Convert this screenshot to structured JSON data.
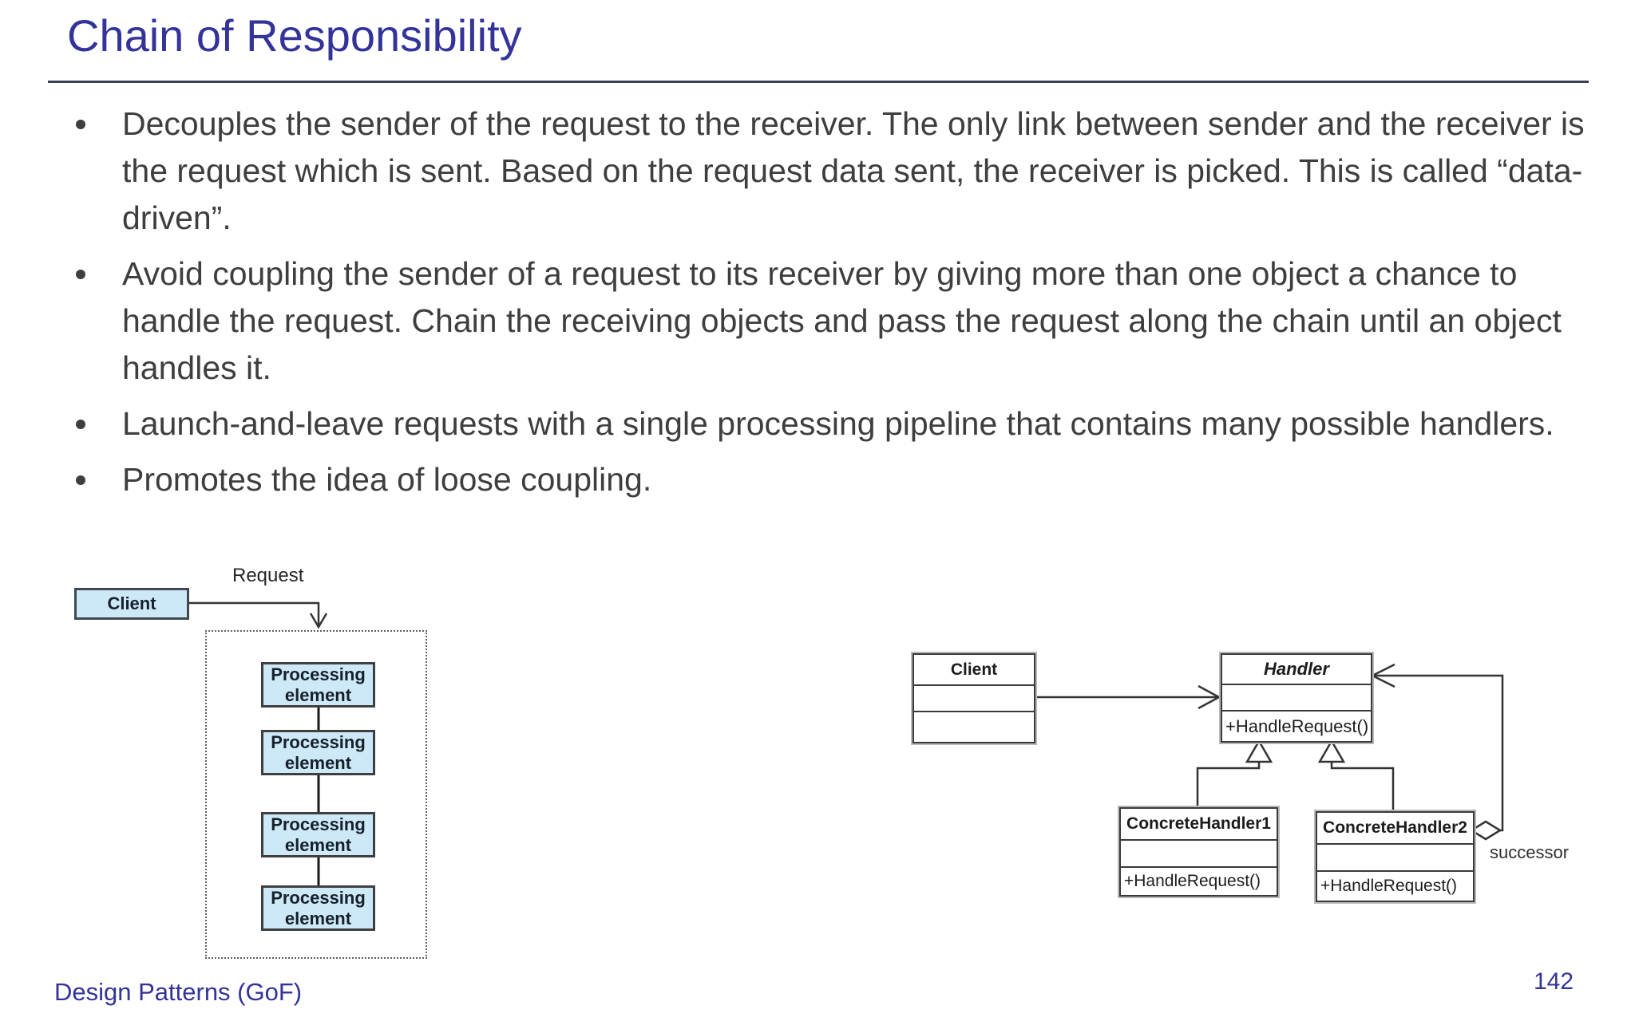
{
  "slide": {
    "title": "Chain of Responsibility",
    "bullets": [
      "Decouples the sender of the request to the receiver. The only link between sender and the receiver is the request which is sent. Based on the request data sent, the receiver is picked. This is called “data-driven”.",
      "Avoid coupling the sender of a request to its receiver by giving more than one object a chance to handle the request. Chain the receiving objects and pass the request along the chain until an object handles it.",
      "Launch-and-leave requests with a single processing pipeline that contains many possible handlers.",
      "Promotes the idea of loose coupling."
    ],
    "footer_left": "Design Patterns (GoF)",
    "page_number": "142"
  },
  "flow_diagram": {
    "request_label": "Request",
    "client_label": "Client",
    "processing_elements": [
      "Processing element",
      "Processing element",
      "Processing element",
      "Processing element"
    ]
  },
  "uml_diagram": {
    "client_class": {
      "name": "Client"
    },
    "handler_class": {
      "name": "Handler",
      "method": "+HandleRequest()"
    },
    "concrete_handler_1": {
      "name": "ConcreteHandler1",
      "method": "+HandleRequest()"
    },
    "concrete_handler_2": {
      "name": "ConcreteHandler2",
      "method": "+HandleRequest()"
    },
    "successor_label": "successor"
  },
  "colors": {
    "title_blue": "#333399",
    "body_text": "#3e3e3e",
    "box_fill_blue": "#cde9f8",
    "line_dark": "#333333"
  }
}
